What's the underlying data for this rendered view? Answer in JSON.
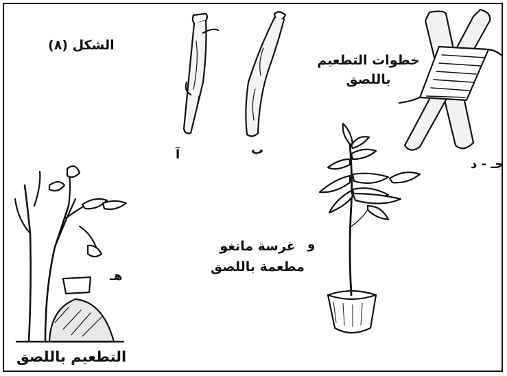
{
  "figure": {
    "title": "الشكل (٨)",
    "steps_caption_line1": "خطوات التطعيم",
    "steps_caption_line2": "باللصق",
    "label_a": "آ",
    "label_b": "ب",
    "label_jd": "جـ - د",
    "label_w": "و",
    "mango_caption_line1": "غرسة مانغو",
    "mango_caption_line2": "مطعمة باللصق",
    "label_h": "هـ",
    "bottom_caption": "التطعيم باللصق"
  },
  "colors": {
    "ink": "#111111",
    "background": "#ffffff"
  }
}
